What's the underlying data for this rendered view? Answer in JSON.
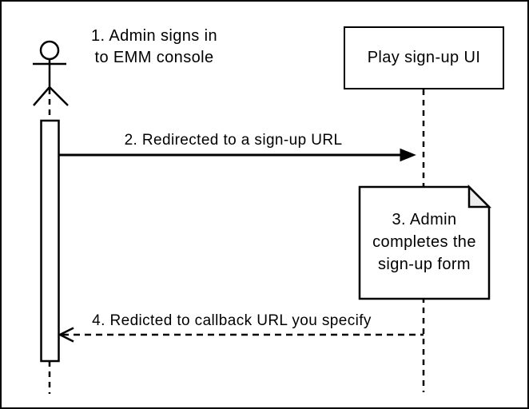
{
  "diagram": {
    "type": "sequence",
    "colors": {
      "foreground": "#000000",
      "background": "#ffffff",
      "note_fill": "#ffffff",
      "note_fold_fill": "#eeeeee"
    },
    "actor": {
      "annotation": "1. Admin signs in\nto EMM console"
    },
    "participant": {
      "label": "Play sign-up UI"
    },
    "messages": [
      {
        "num": "2",
        "label": "2. Redirected to a sign-up URL",
        "line": "solid",
        "arrowhead": "filled",
        "direction": "left-to-right"
      },
      {
        "num": "4",
        "label": "4. Redicted to callback URL you specify",
        "line": "dashed",
        "arrowhead": "open",
        "direction": "right-to-left"
      }
    ],
    "note": {
      "num": "3",
      "label": "3. Admin\ncompletes the\nsign-up form"
    }
  }
}
